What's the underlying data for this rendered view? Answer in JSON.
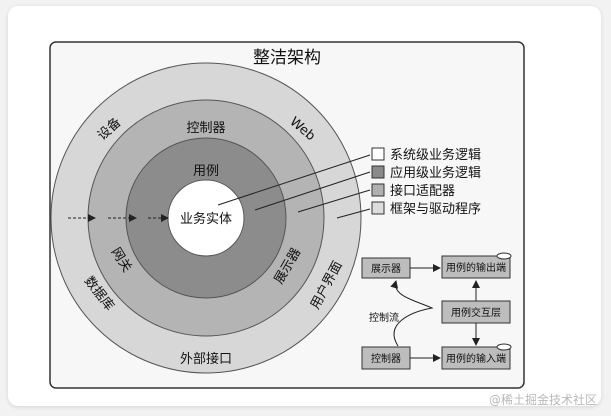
{
  "title": "整洁架构",
  "rings": {
    "outer_top_left": "设备",
    "outer_top_right": "Web",
    "outer_left": "数据库",
    "outer_right": "用户界面",
    "outer_bottom": "外部接口",
    "adapter_top": "控制器",
    "adapter_left": "网关",
    "adapter_right": "展示器",
    "usecase_top": "用例",
    "core": "业务实体"
  },
  "legend": [
    {
      "label": "系统级业务逻辑",
      "color": "#ffffff"
    },
    {
      "label": "应用级业务逻辑",
      "color": "#8a8a8a"
    },
    {
      "label": "接口适配器",
      "color": "#b0b0b0"
    },
    {
      "label": "框架与驱动程序",
      "color": "#dcdcdc"
    }
  ],
  "flow": {
    "presenter": "展示器",
    "output_port": "用例的输出端",
    "interactor": "用例交互层",
    "controller": "控制器",
    "input_port": "用例的输入端",
    "control_flow": "控制流"
  },
  "watermark": "@稀土掘金技术社区",
  "colors": {
    "frameworks": "#d7d7d7",
    "adapters": "#b4b4b4",
    "usecases": "#8c8c8c",
    "entities": "#ffffff"
  }
}
